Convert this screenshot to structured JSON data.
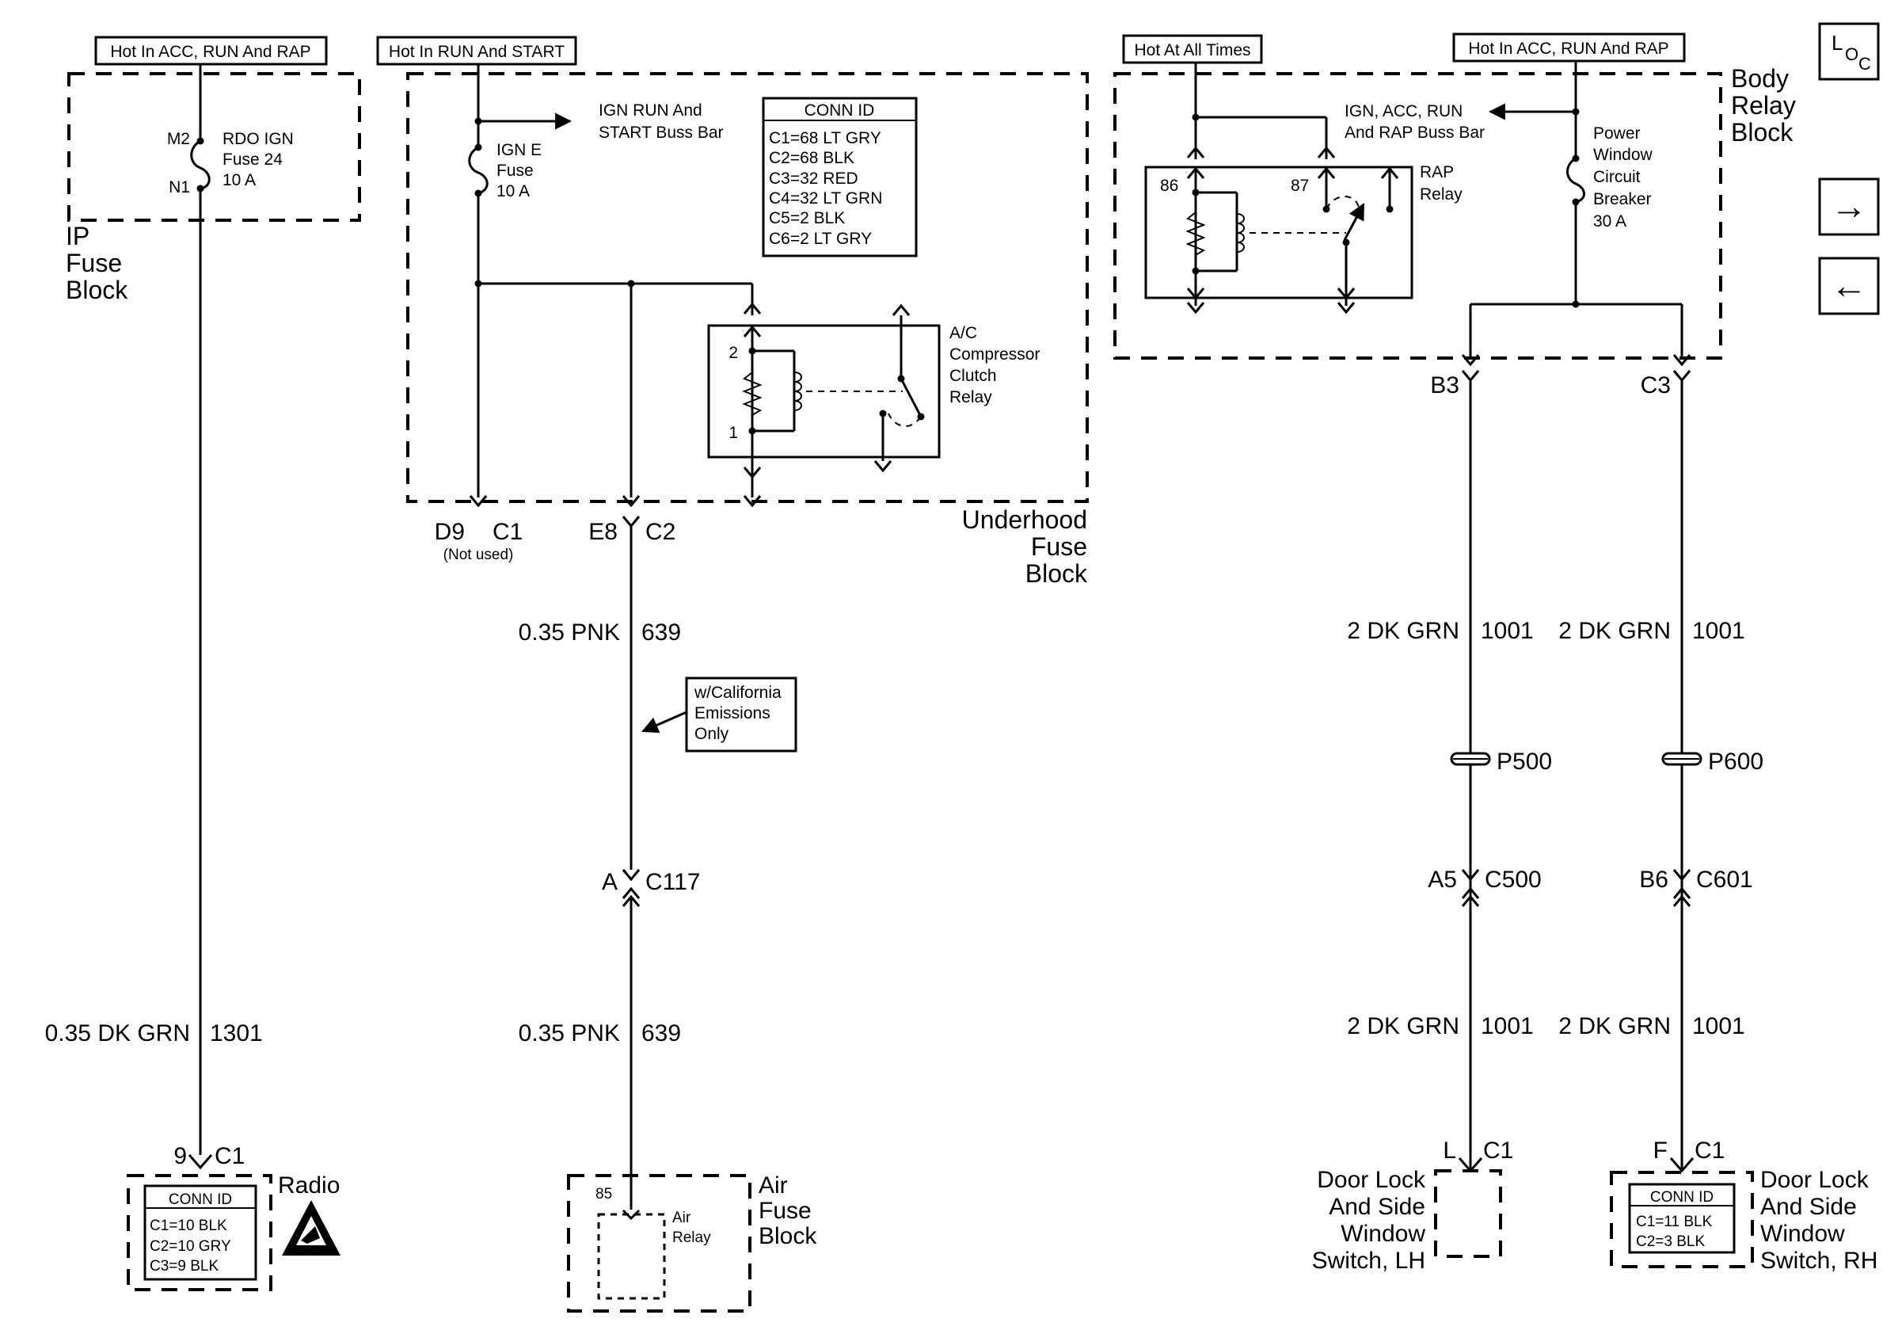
{
  "power": {
    "ip_hot": "Hot In ACC, RUN And RAP",
    "ufb_hot": "Hot In RUN And START",
    "brb_hot_always": "Hot At All Times",
    "brb_hot": "Hot In ACC, RUN And RAP"
  },
  "ip_fuse_block": {
    "name": [
      "IP",
      "Fuse",
      "Block"
    ],
    "pin_top": "M2",
    "pin_bottom": "N1",
    "fuse": [
      "RDO IGN",
      "Fuse 24",
      "10 A"
    ]
  },
  "underhood_fuse_block": {
    "name": [
      "Underhood",
      "Fuse",
      "Block"
    ],
    "fuse": [
      "IGN E",
      "Fuse",
      "10 A"
    ],
    "buss_bar": [
      "IGN RUN And",
      "START Buss Bar"
    ],
    "conn_id_title": "CONN ID",
    "conn_ids": [
      "C1=68 LT GRY",
      "C2=68 BLK",
      "C3=32 RED",
      "C4=32 LT GRN",
      "C5=2 BLK",
      "C6=2 LT GRY"
    ],
    "relay_name": [
      "A/C",
      "Compressor",
      "Clutch",
      "Relay"
    ],
    "relay_pin_top": "2",
    "relay_pin_bottom": "1",
    "d9_pin": "D9",
    "d9_conn": "C1",
    "not_used": "(Not used)",
    "e8_pin": "E8",
    "e8_conn": "C2"
  },
  "body_relay_block": {
    "name": [
      "Body",
      "Relay",
      "Block"
    ],
    "buss_bar": [
      "IGN, ACC, RUN",
      "And RAP Buss Bar"
    ],
    "relay_name": [
      "RAP",
      "Relay"
    ],
    "pin_86": "86",
    "pin_87": "87",
    "breaker": [
      "Power",
      "Window",
      "Circuit",
      "Breaker",
      "30 A"
    ],
    "b3": "B3",
    "c3": "C3"
  },
  "wires": {
    "radio_wire": "0.35 DK GRN",
    "radio_circuit": "1301",
    "pnk_wire": "0.35 PNK",
    "pnk_circuit": "639",
    "grn_wire": "2 DK GRN",
    "grn_circuit": "1001"
  },
  "connectors": {
    "c117_pin": "A",
    "c117": "C117",
    "p500": "P500",
    "p600": "P600",
    "c500_pin": "A5",
    "c500": "C500",
    "c601_pin": "B6",
    "c601": "C601"
  },
  "note": [
    "w/California",
    "Emissions",
    "Only"
  ],
  "radio": {
    "pin": "9",
    "conn": "C1",
    "name": "Radio",
    "conn_id_title": "CONN ID",
    "conn_ids": [
      "C1=10 BLK",
      "C2=10 GRY",
      "C3=9 BLK"
    ]
  },
  "air_fuse_block": {
    "name": [
      "Air",
      "Fuse",
      "Block"
    ],
    "pin": "85",
    "relay": [
      "Air",
      "Relay"
    ]
  },
  "lh_switch": {
    "pin": "L",
    "conn": "C1",
    "name": [
      "Door Lock",
      "And Side",
      "Window",
      "Switch, LH"
    ]
  },
  "rh_switch": {
    "pin": "F",
    "conn": "C1",
    "name": [
      "Door Lock",
      "And Side",
      "Window",
      "Switch, RH"
    ],
    "conn_id_title": "CONN ID",
    "conn_ids": [
      "C1=11 BLK",
      "C2=3 BLK"
    ]
  },
  "nav": {
    "loc_main": "L",
    "loc_sub": "O",
    "loc_sub2": "C",
    "next": "→",
    "prev": "←"
  }
}
